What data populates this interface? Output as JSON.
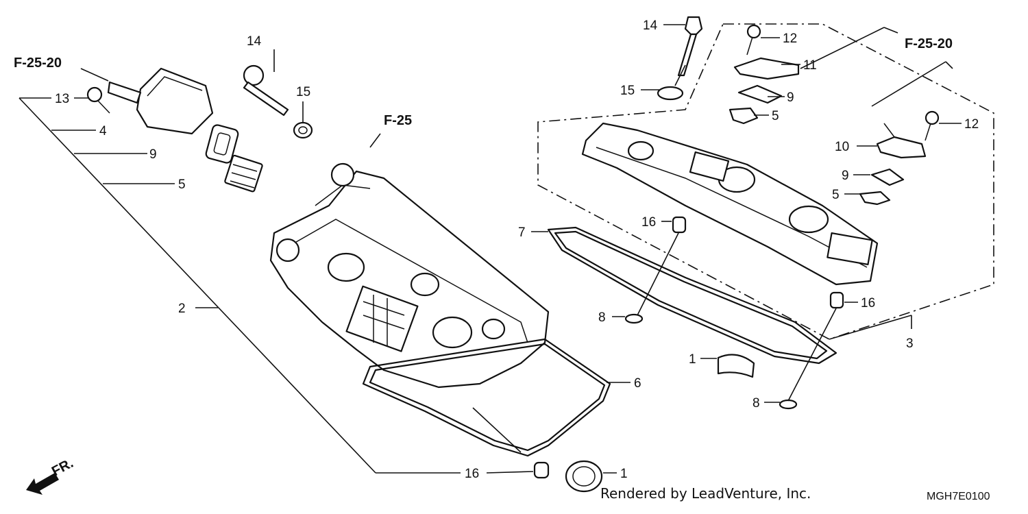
{
  "references": {
    "left_top": "F-25-20",
    "left_mid": "F-25",
    "right_top": "F-25-20"
  },
  "callouts": {
    "c13": "13",
    "c4": "4",
    "c9_left": "9",
    "c5_left": "5",
    "c2": "2",
    "c14_left": "14",
    "c15_left": "15",
    "c6": "6",
    "c16_bottom": "16",
    "c1_bottom": "1",
    "c14_right": "14",
    "c15_right": "15",
    "c12_top": "12",
    "c11": "11",
    "c9_top": "9",
    "c5_top": "5",
    "c12_right": "12",
    "c10": "10",
    "c9_right": "9",
    "c5_right": "5",
    "c7": "7",
    "c16_mid": "16",
    "c8_left": "8",
    "c16_right": "16",
    "c3": "3",
    "c1_mid": "1",
    "c8_bottom": "8"
  },
  "front_marker": "FR.",
  "credit": "Rendered by LeadVenture, Inc.",
  "diagram_code": "MGH7E0100"
}
